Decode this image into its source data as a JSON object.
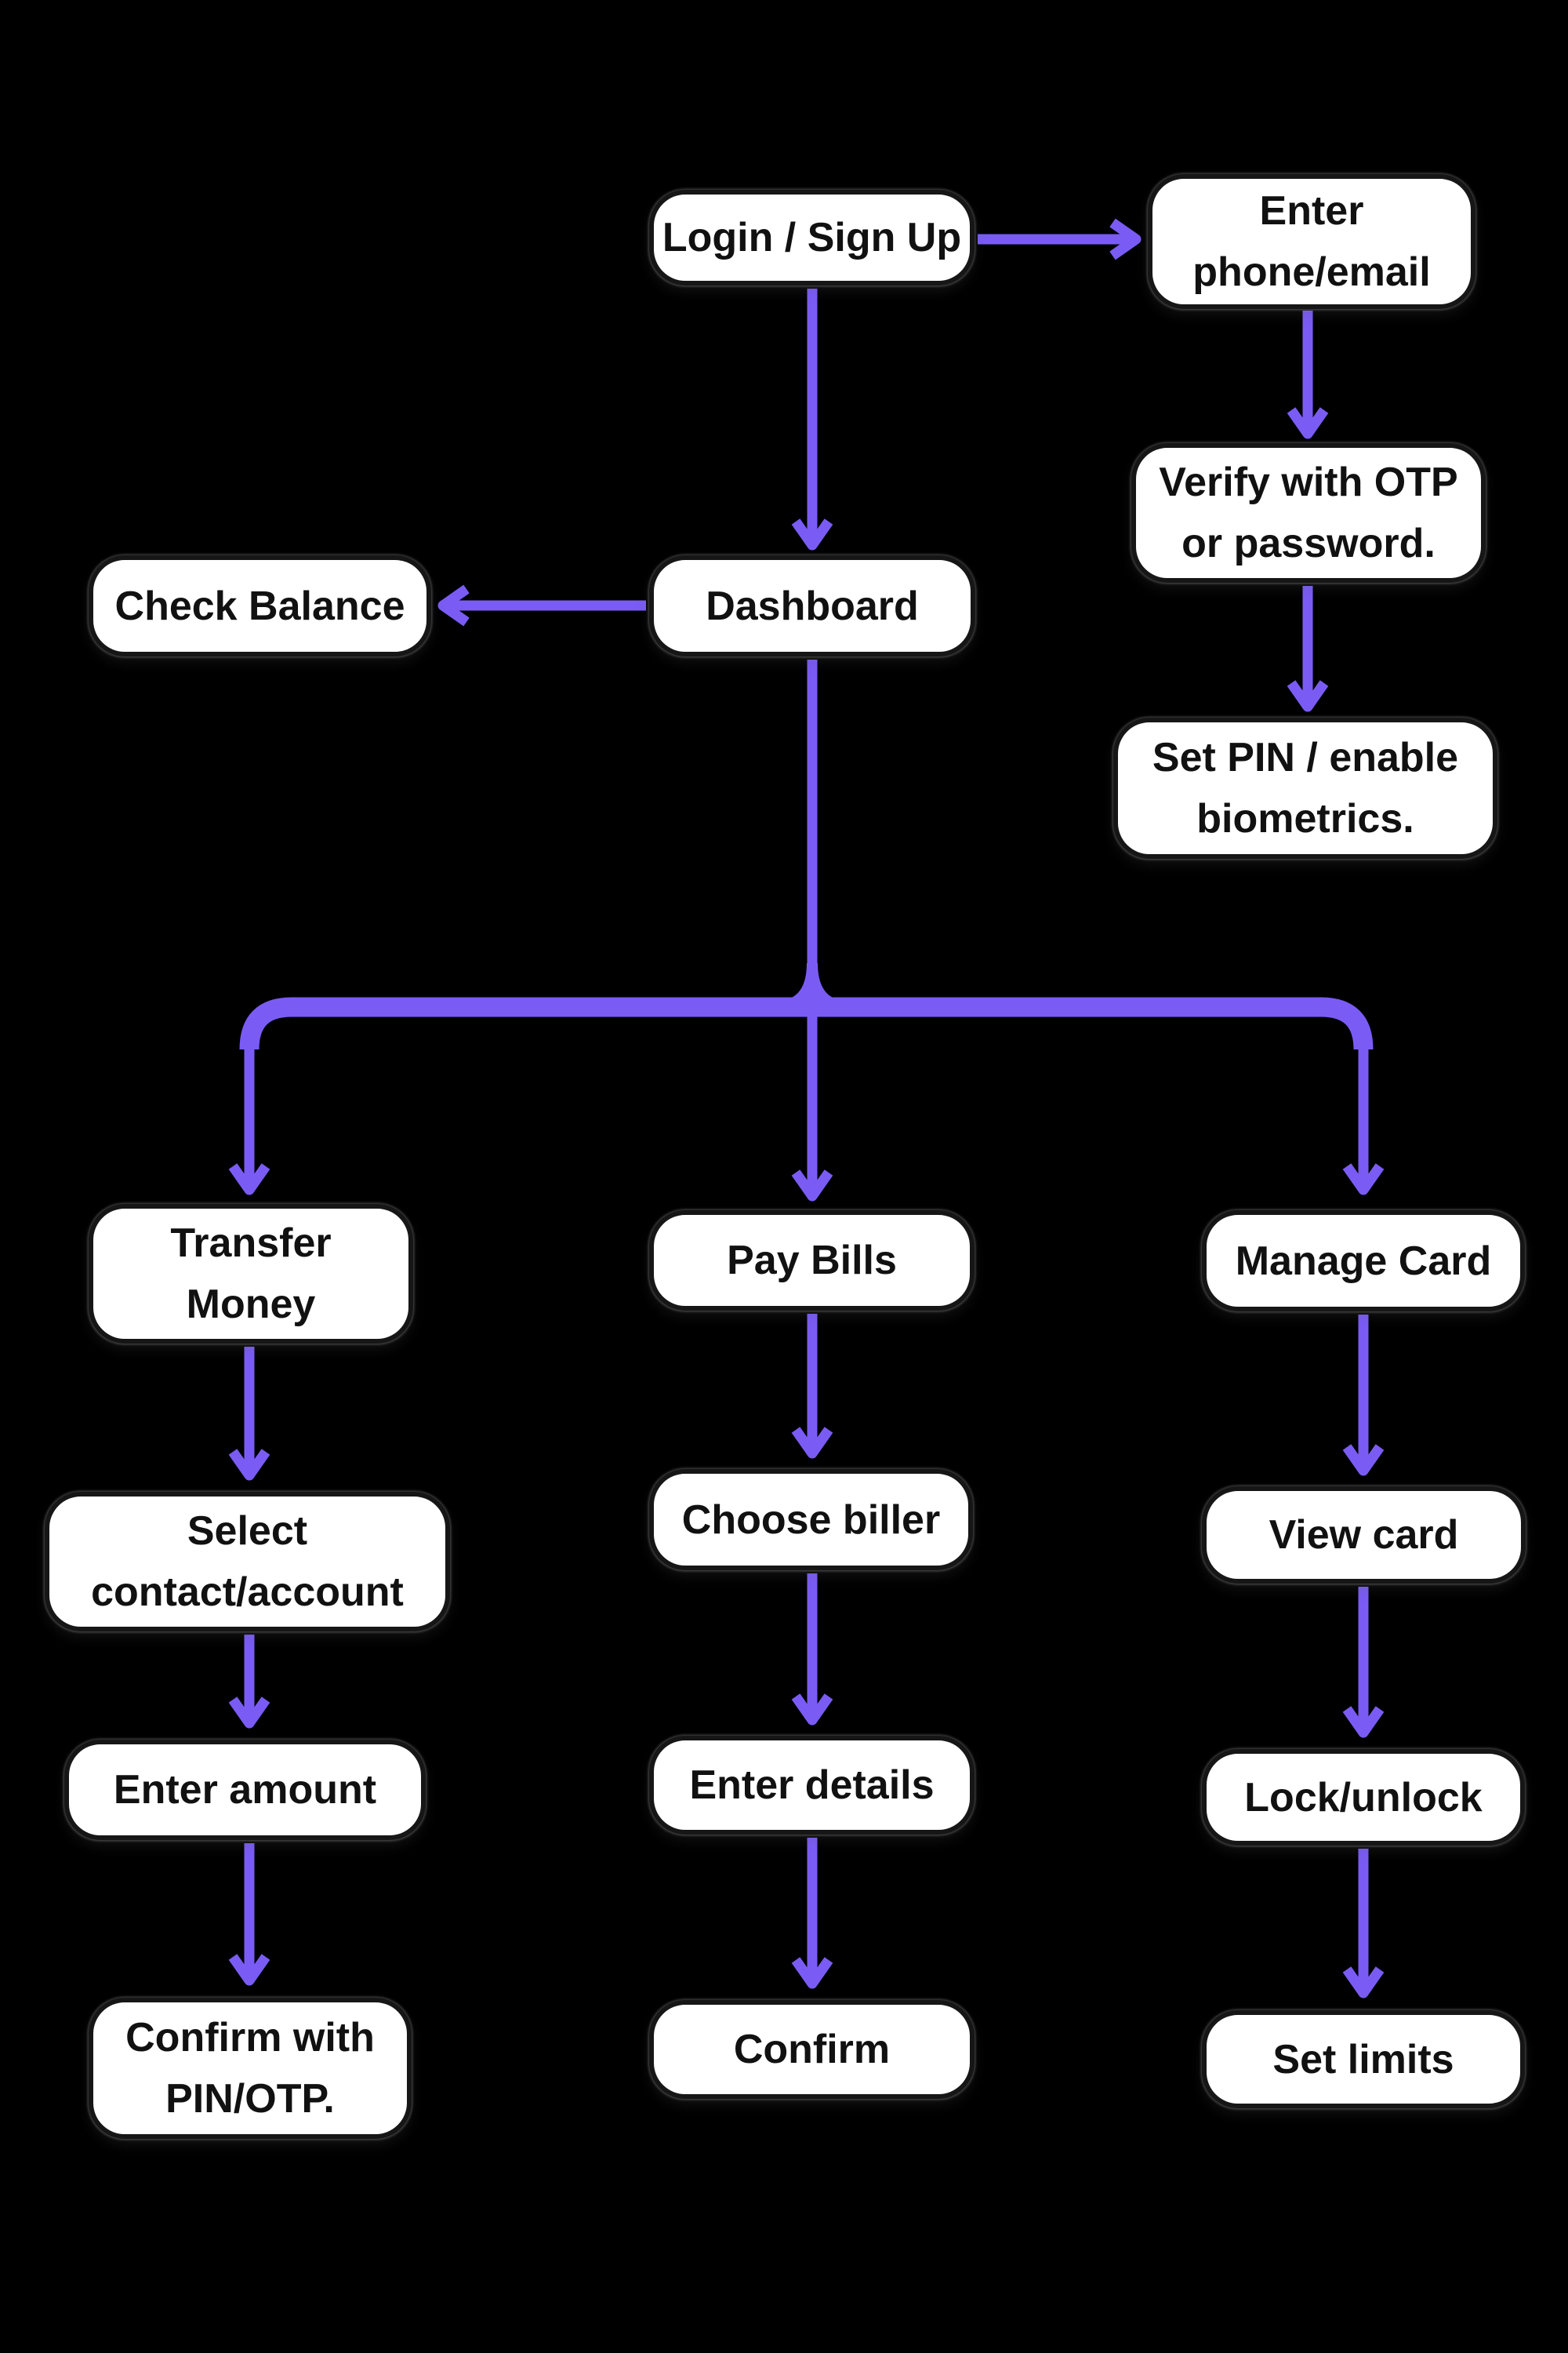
{
  "diagram": {
    "type": "flowchart",
    "colors": {
      "background": "#000000",
      "arrow": "#7A5CF5",
      "node_fill": "#FFFFFF",
      "node_border": "#161616",
      "node_text": "#111111"
    },
    "nodes": {
      "login": {
        "label": "Login / Sign Up"
      },
      "enter_phone": {
        "label": "Enter\nphone/email"
      },
      "verify_otp": {
        "label": "Verify with OTP\nor password."
      },
      "set_pin": {
        "label": "Set PIN / enable\nbiometrics."
      },
      "check_balance": {
        "label": "Check Balance"
      },
      "dashboard": {
        "label": "Dashboard"
      },
      "transfer_money": {
        "label": "Transfer\nMoney"
      },
      "pay_bills": {
        "label": "Pay Bills"
      },
      "manage_card": {
        "label": "Manage Card"
      },
      "select_contact": {
        "label": "Select\ncontact/account"
      },
      "choose_biller": {
        "label": "Choose biller"
      },
      "view_card": {
        "label": "View card"
      },
      "enter_amount": {
        "label": "Enter amount"
      },
      "enter_details": {
        "label": "Enter details"
      },
      "lock_unlock": {
        "label": "Lock/unlock"
      },
      "confirm_pin": {
        "label": "Confirm with\nPIN/OTP."
      },
      "confirm": {
        "label": "Confirm"
      },
      "set_limits": {
        "label": "Set limits"
      }
    },
    "edges": [
      {
        "from": "login",
        "to": "enter_phone"
      },
      {
        "from": "login",
        "to": "dashboard"
      },
      {
        "from": "dashboard",
        "to": "check_balance"
      },
      {
        "from": "enter_phone",
        "to": "verify_otp"
      },
      {
        "from": "verify_otp",
        "to": "set_pin"
      },
      {
        "from": "dashboard",
        "to": "transfer_money"
      },
      {
        "from": "dashboard",
        "to": "pay_bills"
      },
      {
        "from": "dashboard",
        "to": "manage_card"
      },
      {
        "from": "transfer_money",
        "to": "select_contact"
      },
      {
        "from": "select_contact",
        "to": "enter_amount"
      },
      {
        "from": "enter_amount",
        "to": "confirm_pin"
      },
      {
        "from": "pay_bills",
        "to": "choose_biller"
      },
      {
        "from": "choose_biller",
        "to": "enter_details"
      },
      {
        "from": "enter_details",
        "to": "confirm"
      },
      {
        "from": "manage_card",
        "to": "view_card"
      },
      {
        "from": "view_card",
        "to": "lock_unlock"
      },
      {
        "from": "lock_unlock",
        "to": "set_limits"
      }
    ]
  }
}
